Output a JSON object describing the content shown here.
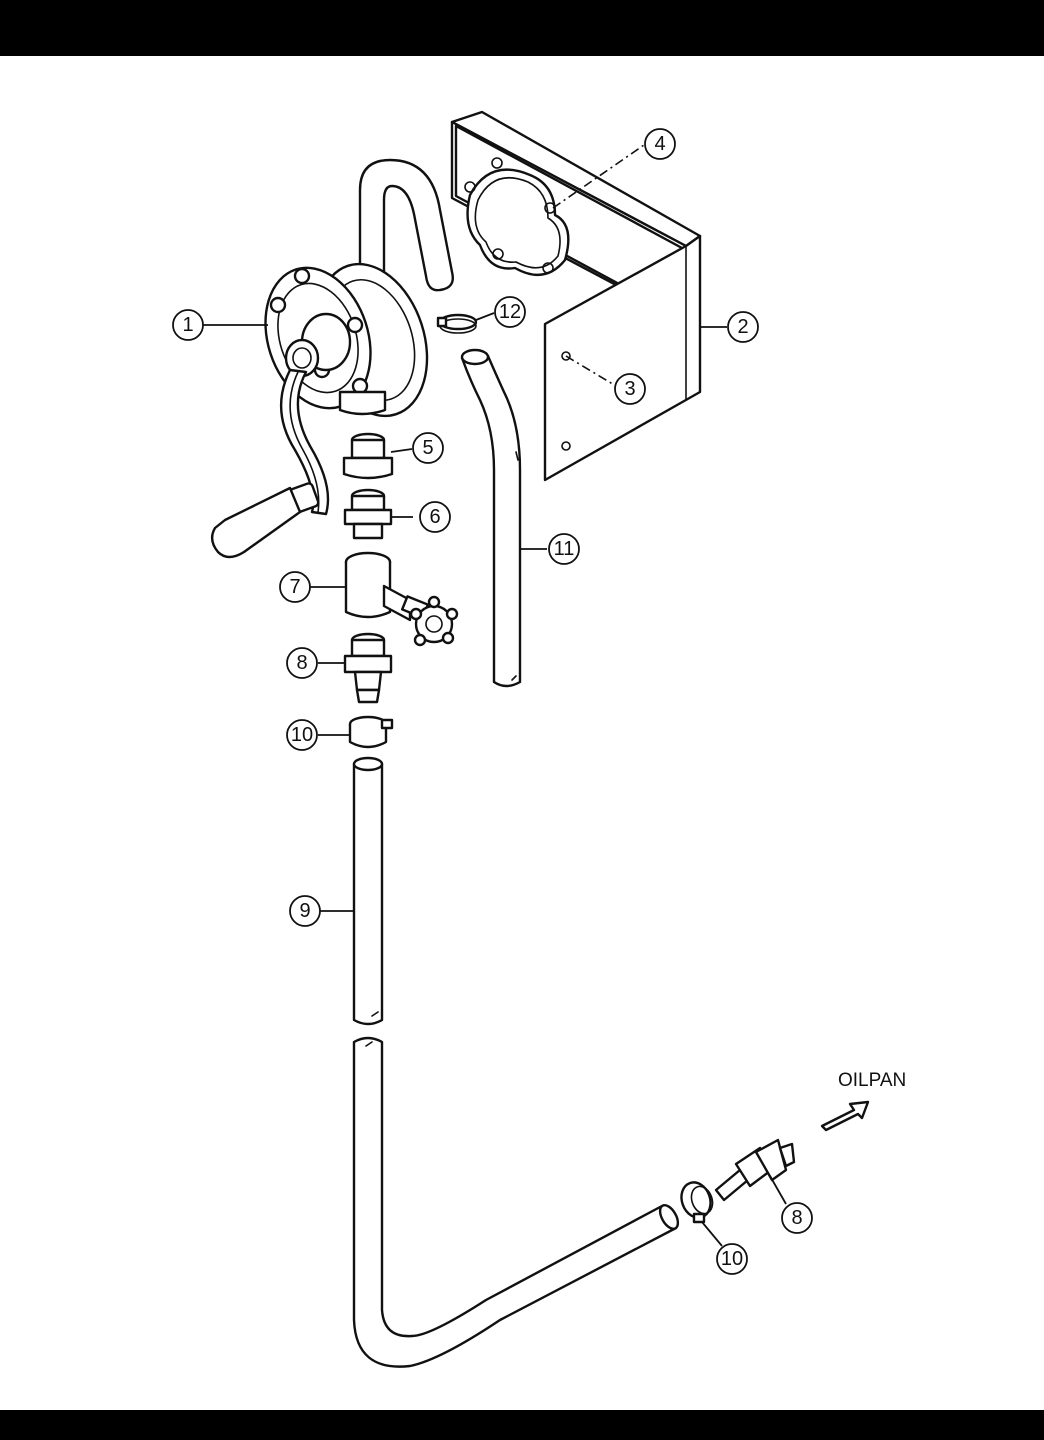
{
  "diagram": {
    "type": "exploded parts diagram",
    "colors": {
      "line": "#111111",
      "background": "#ffffff",
      "frame": "#000000"
    },
    "callouts": [
      {
        "id": "c1",
        "label": "1"
      },
      {
        "id": "c2",
        "label": "2"
      },
      {
        "id": "c3",
        "label": "3"
      },
      {
        "id": "c4",
        "label": "4"
      },
      {
        "id": "c5",
        "label": "5"
      },
      {
        "id": "c6",
        "label": "6"
      },
      {
        "id": "c7",
        "label": "7"
      },
      {
        "id": "c8a",
        "label": "8"
      },
      {
        "id": "c9",
        "label": "9"
      },
      {
        "id": "c10a",
        "label": "10"
      },
      {
        "id": "c11",
        "label": "11"
      },
      {
        "id": "c12",
        "label": "12"
      },
      {
        "id": "c10b",
        "label": "10"
      },
      {
        "id": "c8b",
        "label": "8"
      }
    ],
    "direction_note": {
      "text": "OILPAN",
      "icon": "arrow-icon"
    }
  }
}
